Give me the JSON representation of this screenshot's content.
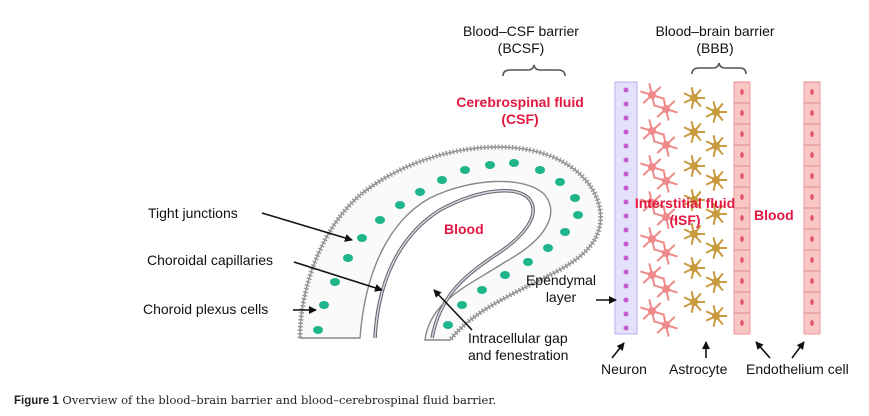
{
  "figure": {
    "caption_label": "Figure 1",
    "caption_text": "Overview of the blood–brain barrier and blood–cerebrospinal fluid barrier."
  },
  "headers": {
    "bcsf_title": "Blood–CSF barrier",
    "bcsf_abbr": "(BCSF)",
    "bbb_title": "Blood–brain barrier",
    "bbb_abbr": "(BBB)"
  },
  "compartments": {
    "csf_line1": "Cerebrospinal fluid",
    "csf_line2": "(CSF)",
    "blood_choroid": "Blood",
    "isf_line1": "Interstitial fluid",
    "isf_line2": "(ISF)",
    "blood_vessel": "Blood"
  },
  "annotations": {
    "tight_junctions": "Tight junctions",
    "choroidal_capillaries": "Choroidal capillaries",
    "choroid_plexus_cells": "Choroid plexus cells",
    "ependymal_line1": "Ependymal",
    "ependymal_line2": "layer",
    "gap_line1": "Intracellular gap",
    "gap_line2": "and fenestration",
    "neuron": "Neuron",
    "astrocyte": "Astrocyte",
    "endothelium": "Endothelium cell"
  },
  "colors": {
    "compartment_label": "#e3173f",
    "nucleus": "#1fb58a",
    "neuron_layer": "#c9c3f0",
    "endothelium": "#f7b8b8",
    "astrocyte": "#c9993d",
    "neuron_cell": "#ee8a8a"
  }
}
